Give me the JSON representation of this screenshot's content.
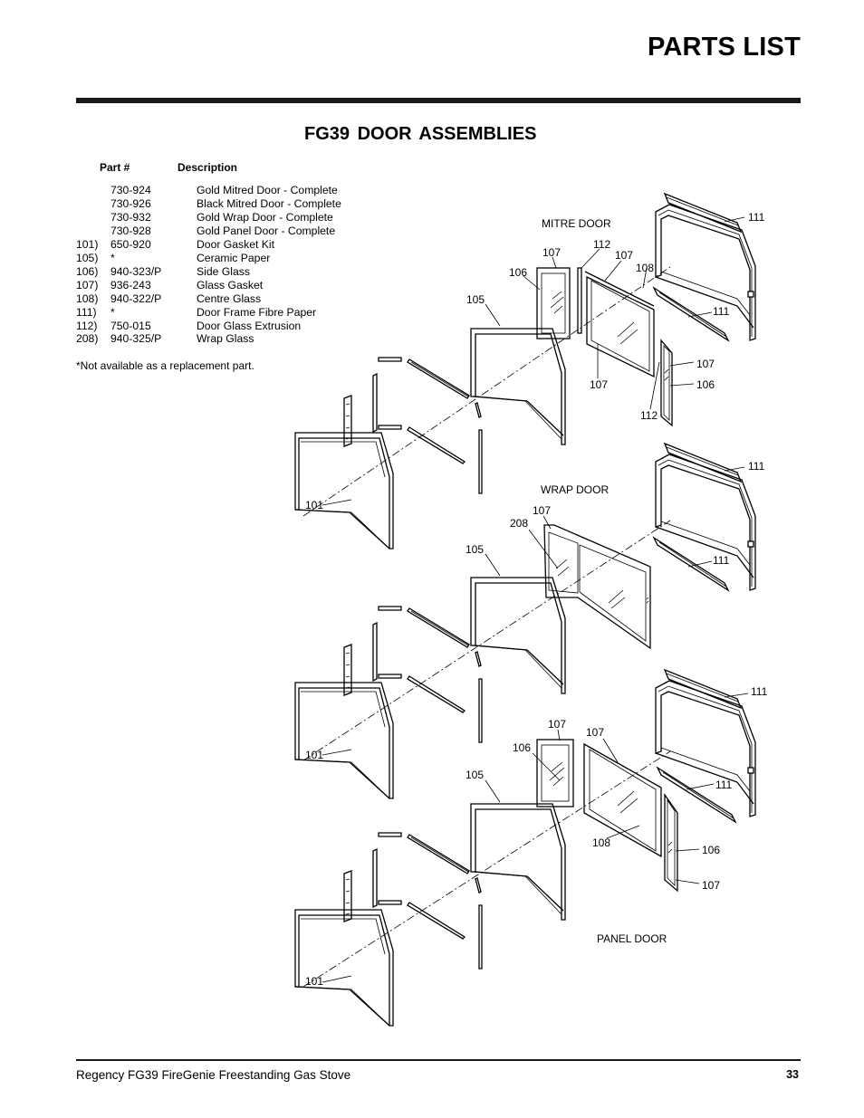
{
  "header": {
    "title": "PARTS LIST"
  },
  "section": {
    "title": "FG39  DOOR  ASSEMBLIES"
  },
  "table": {
    "col_part": "Part #",
    "col_desc": "Description",
    "rows": [
      {
        "num": "",
        "part": "730-924",
        "desc": "Gold Mitred Door - Complete"
      },
      {
        "num": "",
        "part": "730-926",
        "desc": "Black Mitred Door - Complete"
      },
      {
        "num": "",
        "part": "730-932",
        "desc": "Gold Wrap Door - Complete"
      },
      {
        "num": "",
        "part": "730-928",
        "desc": "Gold Panel Door - Complete"
      },
      {
        "num": "101)",
        "part": "650-920",
        "desc": "Door Gasket Kit"
      },
      {
        "num": "105)",
        "part": "*",
        "desc": "Ceramic Paper"
      },
      {
        "num": "106)",
        "part": "940-323/P",
        "desc": "Side Glass"
      },
      {
        "num": "107)",
        "part": "936-243",
        "desc": "Glass  Gasket"
      },
      {
        "num": "108)",
        "part": "940-322/P",
        "desc": "Centre  Glass"
      },
      {
        "num": "111)",
        "part": "*",
        "desc": "Door Frame Fibre Paper"
      },
      {
        "num": "112)",
        "part": "750-015",
        "desc": "Door Glass Extrusion"
      },
      {
        "num": "208)",
        "part": "940-325/P",
        "desc": "Wrap  Glass"
      }
    ],
    "footnote": "*Not available as a replacement part."
  },
  "diagram": {
    "mitre_title": "MITRE DOOR",
    "wrap_title": "WRAP DOOR",
    "panel_title": "PANEL DOOR",
    "callouts": {
      "m101": "101",
      "m105": "105",
      "m106": "106",
      "m107a": "107",
      "m112a": "112",
      "m107b": "107",
      "m108": "108",
      "m111a": "111",
      "m111b": "111",
      "m107c": "107",
      "m107d": "107",
      "m106b": "106",
      "m112b": "112",
      "w101": "101",
      "w105": "105",
      "w208": "208",
      "w107": "107",
      "w111a": "111",
      "w111b": "111",
      "p101": "101",
      "p105": "105",
      "p106": "106",
      "p107a": "107",
      "p107b": "107",
      "p111a": "111",
      "p111b": "111",
      "p108": "108",
      "p106b": "106",
      "p107c": "107"
    }
  },
  "footer": {
    "text": "Regency FG39 FireGenie Freestanding Gas Stove",
    "page": "33"
  }
}
